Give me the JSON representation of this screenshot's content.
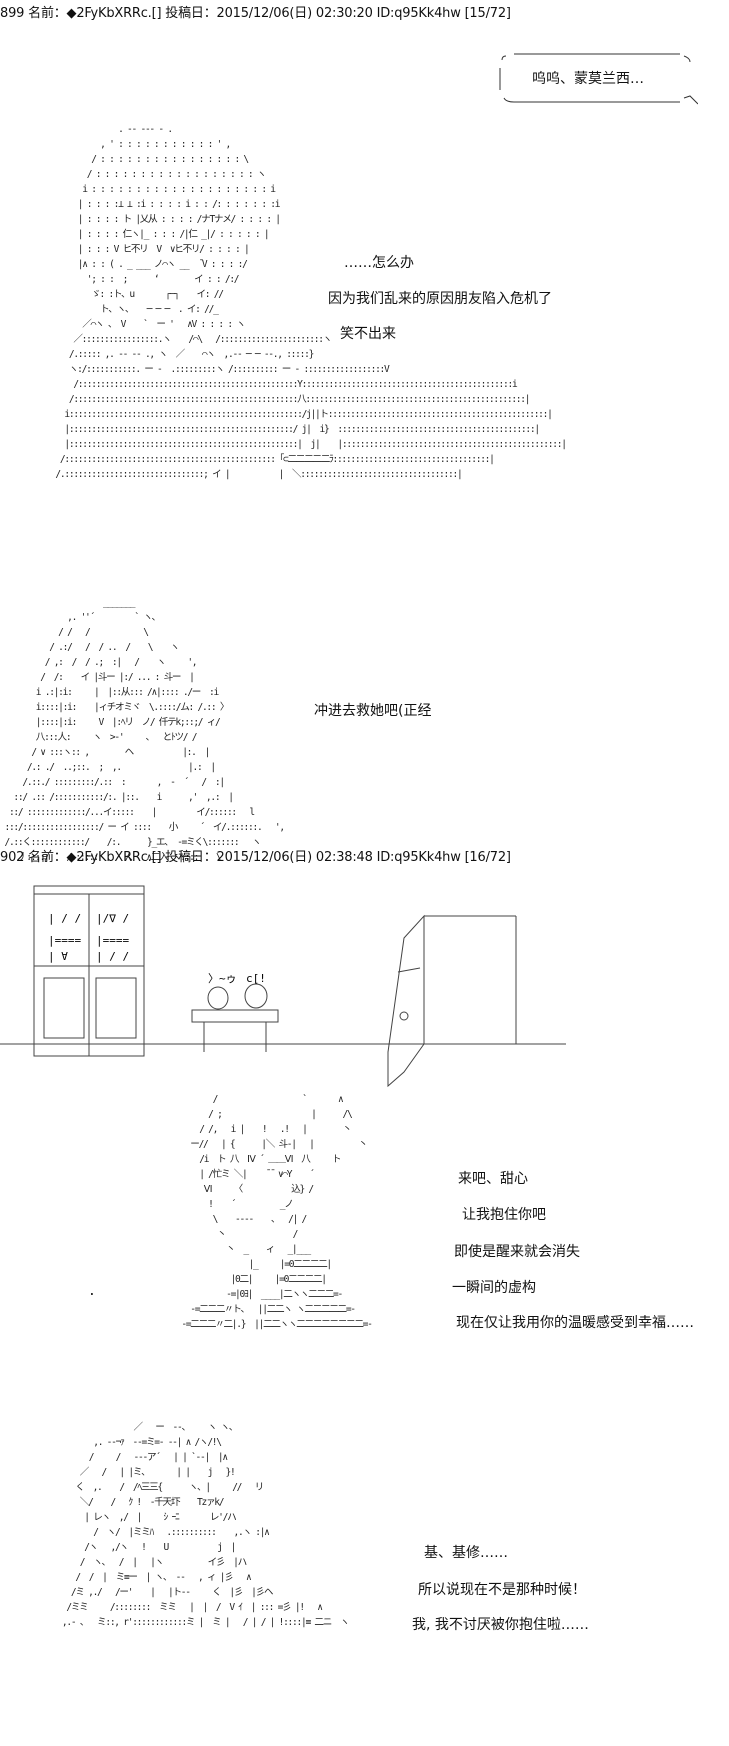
{
  "posts": [
    {
      "header": "899 名前：◆2FyKbXRRc.[] 投稿日：2015/12/06(日) 02:30:20 ID:q95Kk4hw [15/72]",
      "bubble": "呜呜、蒙莫兰西…",
      "lines": [
        "……怎么办",
        "因为我们乱来的原因朋友陷入危机了",
        "笑不出来",
        "冲进去救她吧(正经"
      ]
    },
    {
      "header": "902 名前：◆2FyKbXRRc.[] 投稿日：2015/12/06(日) 02:38:48 ID:q95Kk4hw [16/72]",
      "lines": [
        "来吧、甜心",
        "让我抱住你吧",
        "即使是醒来就会消失",
        "一瞬间的虚构",
        "现在仅让我用你的温暖感受到幸福……",
        "基、基修……",
        "所以说现在不是那种时候！",
        "我, 我不讨厌被你抱住啦……"
      ]
    }
  ]
}
